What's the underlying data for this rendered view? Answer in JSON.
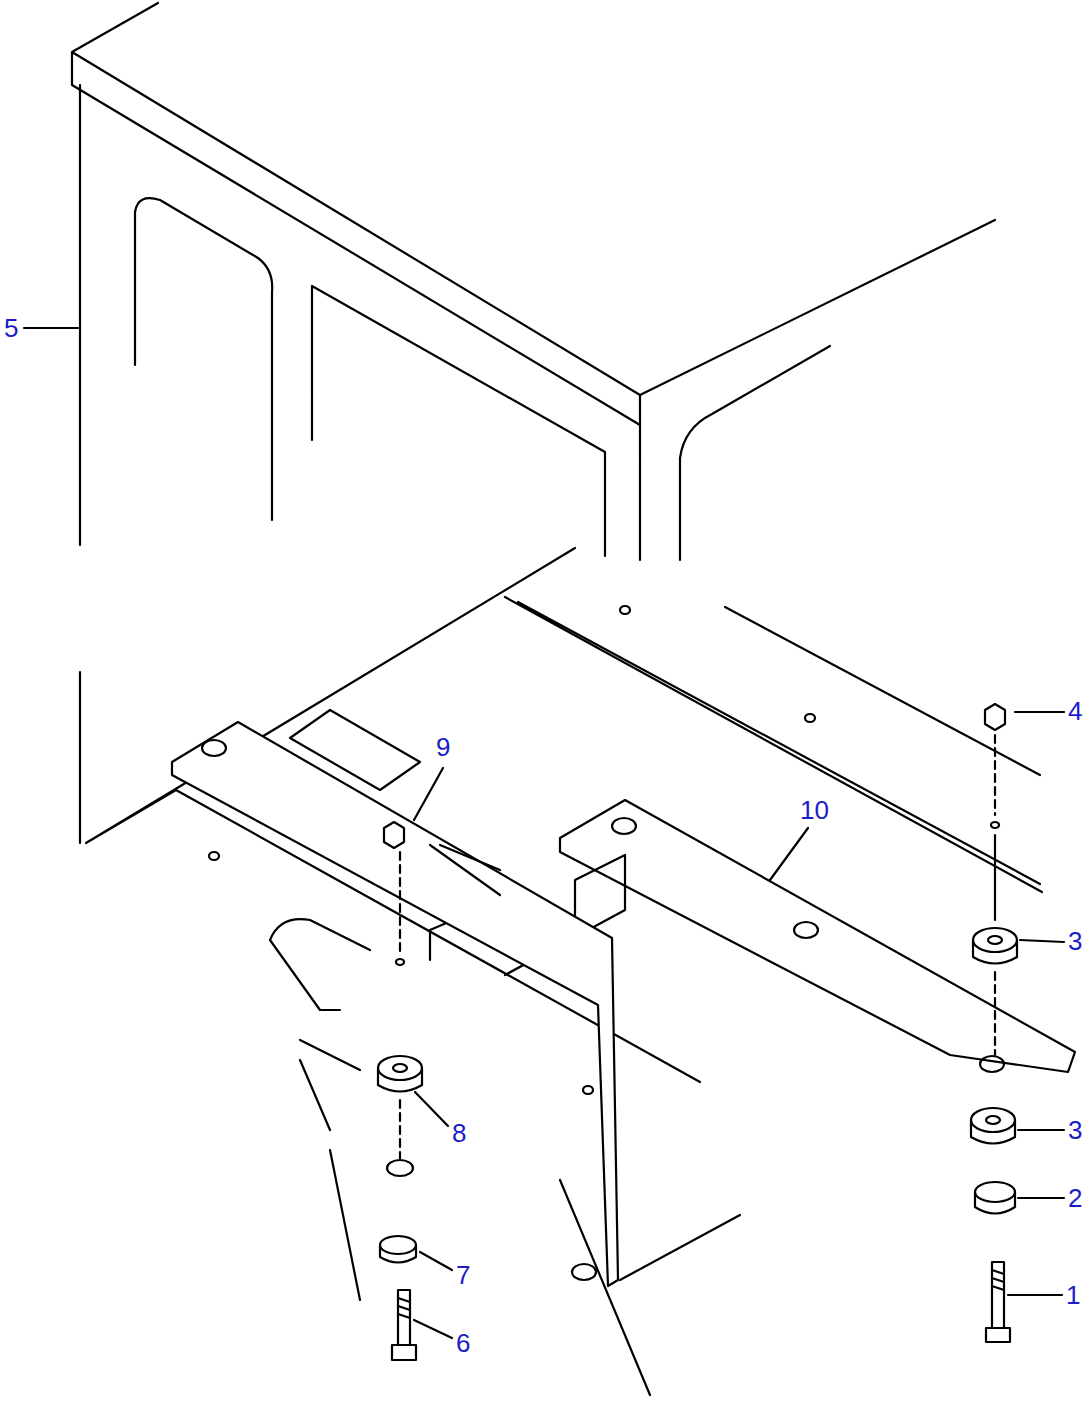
{
  "diagram": {
    "labels": [
      "5",
      "9",
      "4",
      "10",
      "3",
      "8",
      "3",
      "2",
      "7",
      "6",
      "1"
    ]
  }
}
